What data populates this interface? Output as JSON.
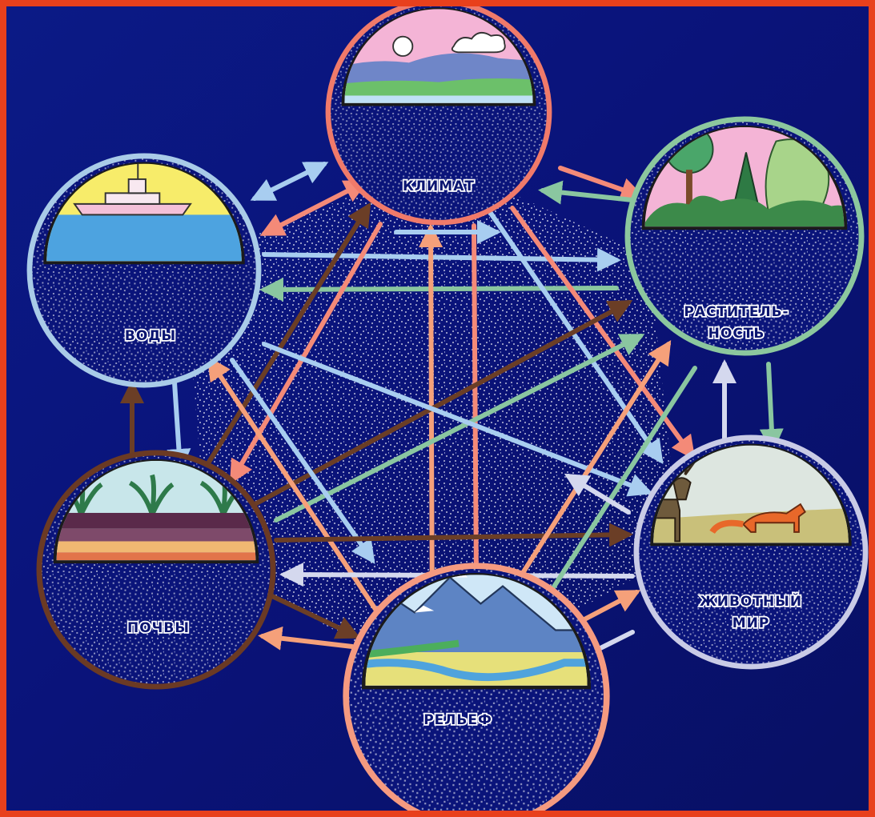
{
  "diagram": {
    "title": "",
    "colors": {
      "frame": "#e8401c",
      "background": "#0a137a",
      "speckle": "#ffffff",
      "arrow_climate": "#f48a78",
      "arrow_water": "#a8cdf0",
      "arrow_vegetation": "#8ac6a0",
      "arrow_soil": "#6b3e26",
      "arrow_relief": "#f5a07a",
      "arrow_animals": "#d4d8ee"
    },
    "nodes": [
      {
        "id": "climate",
        "label": "КЛИМАТ",
        "border": "#f07a6a",
        "icon": "sun-cloud-landscape-icon"
      },
      {
        "id": "vegetation",
        "label": "РАСТИТЕЛЬ-НОСТЬ",
        "border": "#8cc79e",
        "icon": "trees-icon"
      },
      {
        "id": "animals",
        "label": "ЖИВОТНЫЙ МИР",
        "border": "#c9cbe6",
        "icon": "deer-fox-icon"
      },
      {
        "id": "relief",
        "label": "РЕЛЬЕФ",
        "border": "#f59a80",
        "icon": "mountains-river-icon"
      },
      {
        "id": "soils",
        "label": "ПОЧВЫ",
        "border": "#6b3a24",
        "icon": "soil-layers-icon"
      },
      {
        "id": "water",
        "label": "ВОДЫ",
        "border": "#a9cbe8",
        "icon": "ship-on-water-icon"
      }
    ]
  }
}
